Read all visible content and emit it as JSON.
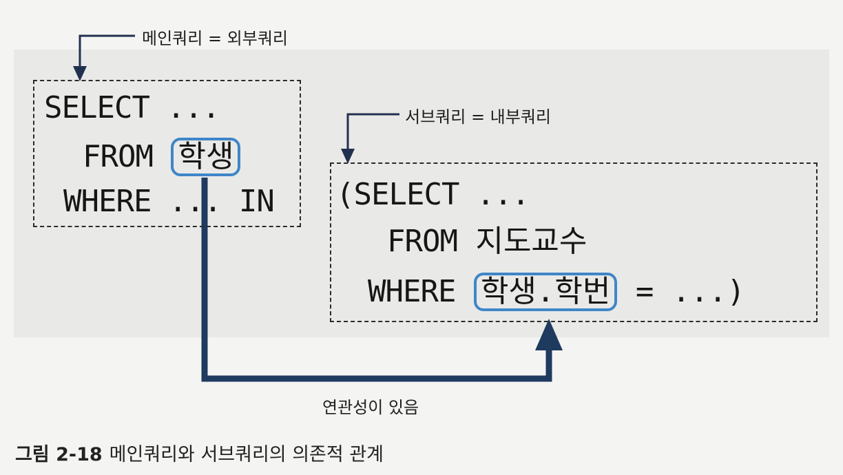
{
  "main_query": {
    "label": "메인쿼리 = 외부쿼리",
    "line1": "SELECT ...",
    "line2_keyword": "FROM",
    "line2_table": "학생",
    "line3": "WHERE ... IN"
  },
  "sub_query": {
    "label": "서브쿼리 = 내부쿼리",
    "line1": "(SELECT ...",
    "line2_keyword": "FROM",
    "line2_table": "지도교수",
    "line3_keyword": "WHERE",
    "line3_column": "학생.학번",
    "line3_rest": "= ...)"
  },
  "relation_label": "연관성이 있음",
  "caption": {
    "number": "그림 2-18",
    "text": "메인쿼리와 서브쿼리의 의존적 관계"
  },
  "colors": {
    "highlight": "#3e86c8",
    "arrow": "#1f3a5f",
    "pointer": "#223050"
  }
}
